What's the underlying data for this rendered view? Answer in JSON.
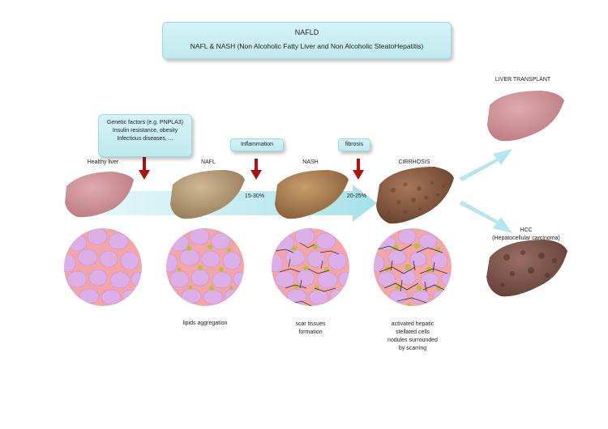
{
  "title": {
    "heading": "NAFLD",
    "subtitle": "NAFL & NASH (Non Alcoholic Fatty Liver  and Non Alcoholic SteatoHepatitis)"
  },
  "factors": {
    "line1": "Genetic factors (e.g. PNPLA3)",
    "line2": "Insulin resistance, obesity",
    "line3": "Infectious diseases, ..."
  },
  "triggers": {
    "inflammation": "Inflammation",
    "fibrosis": "fibrosis"
  },
  "stages": {
    "healthy": "Healthy liver",
    "nafl": "NAFL",
    "nash": "NASH",
    "cirrhosis": "CIRRHOSIS"
  },
  "rates": {
    "nafl_to_nash": "15-30%",
    "nash_to_cirrhosis": "20-25%"
  },
  "outcomes": {
    "transplant": "LIVER TRANSPLANT",
    "hcc_line1": "HCC",
    "hcc_line2": "(Hepatocellular carcinoma)"
  },
  "captions": {
    "nafl": "lipids aggregation",
    "nash_line1": "scar tissues",
    "nash_line2": "formation",
    "cirrhosis_line1": "activated hepatic",
    "cirrhosis_line2": "stellated cells",
    "cirrhosis_line3": "nodules surrounded",
    "cirrhosis_line4": "by scarring"
  },
  "colors": {
    "arrow_band": "#bfe9ee",
    "red_arrow": "#b01010",
    "healthy_liver": "#c98a90",
    "nafl_liver": "#b39770",
    "nash_liver": "#a57a4e",
    "cirrhosis_liver": "#8a5a3e",
    "transplant_liver": "#c98a90",
    "hcc_liver": "#7c5448",
    "cell_fill": "#dcb0e6",
    "tissue_bg": "#f4a6a6",
    "lipid": "#b9be3a"
  }
}
